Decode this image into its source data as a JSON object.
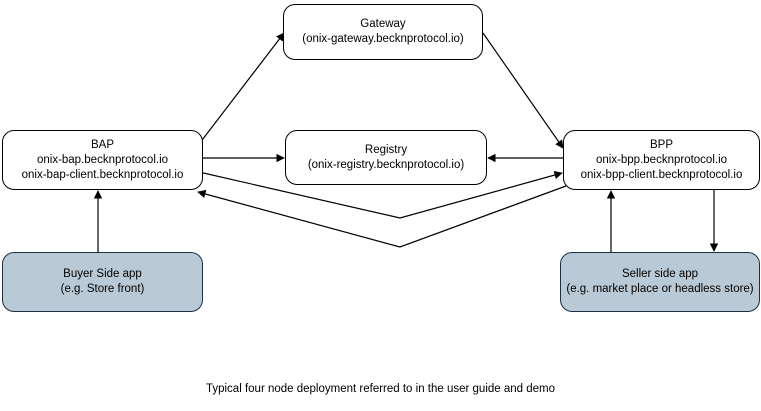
{
  "diagram": {
    "caption": "Typical four node deployment referred to in the user guide and demo",
    "colors": {
      "node_fill": "#ffffff",
      "app_fill": "#b9c9d6",
      "app_border": "#1b2f45",
      "stroke": "#000000",
      "background": "#ffffff"
    },
    "nodes": [
      {
        "id": "gateway",
        "title": "Gateway",
        "subtitle": "(onix-gateway.becknprotocol.io)",
        "lines": [
          "Gateway",
          "(onix-gateway.becknprotocol.io)"
        ],
        "filled": false
      },
      {
        "id": "bap",
        "title": "BAP",
        "lines": [
          "BAP",
          "onix-bap.becknprotocol.io",
          "onix-bap-client.becknprotocol.io"
        ],
        "filled": false
      },
      {
        "id": "registry",
        "title": "Registry",
        "subtitle": "(onix-registry.becknprotocol.io)",
        "lines": [
          "Registry",
          "(onix-registry.becknprotocol.io)"
        ],
        "filled": false
      },
      {
        "id": "bpp",
        "title": "BPP",
        "lines": [
          "BPP",
          "onix-bpp.becknprotocol.io",
          "onix-bpp-client.becknprotocol.io"
        ],
        "filled": false
      },
      {
        "id": "buyer",
        "title": "Buyer Side app",
        "subtitle": "(e.g. Store front)",
        "lines": [
          "Buyer Side app",
          "(e.g. Store front)"
        ],
        "filled": true
      },
      {
        "id": "seller",
        "title": "Seller side app",
        "subtitle": "(e.g. market place or headless store)",
        "lines": [
          "Seller side app",
          "(e.g. market place or headless store)"
        ],
        "filled": true
      }
    ],
    "edges": [
      {
        "id": "bap-to-gateway",
        "from": "bap",
        "to": "gateway",
        "style": "diagonal",
        "arrowheads": "end"
      },
      {
        "id": "gateway-to-bpp",
        "from": "gateway",
        "to": "bpp",
        "style": "diagonal",
        "arrowheads": "end"
      },
      {
        "id": "bap-to-registry",
        "from": "bap",
        "to": "registry",
        "style": "straight",
        "arrowheads": "end"
      },
      {
        "id": "bpp-to-registry",
        "from": "bpp",
        "to": "registry",
        "style": "straight",
        "arrowheads": "end"
      },
      {
        "id": "bap-to-bpp",
        "from": "bap",
        "to": "bpp",
        "style": "v-polyline",
        "arrowheads": "end"
      },
      {
        "id": "bpp-to-bap",
        "from": "bpp",
        "to": "bap",
        "style": "v-polyline",
        "arrowheads": "end"
      },
      {
        "id": "buyer-to-bap",
        "from": "buyer",
        "to": "bap",
        "style": "vertical",
        "arrowheads": "end"
      },
      {
        "id": "seller-to-bpp",
        "from": "seller",
        "to": "bpp",
        "style": "vertical",
        "arrowheads": "end"
      },
      {
        "id": "bpp-to-seller",
        "from": "bpp",
        "to": "seller",
        "style": "vertical",
        "arrowheads": "end"
      }
    ]
  }
}
